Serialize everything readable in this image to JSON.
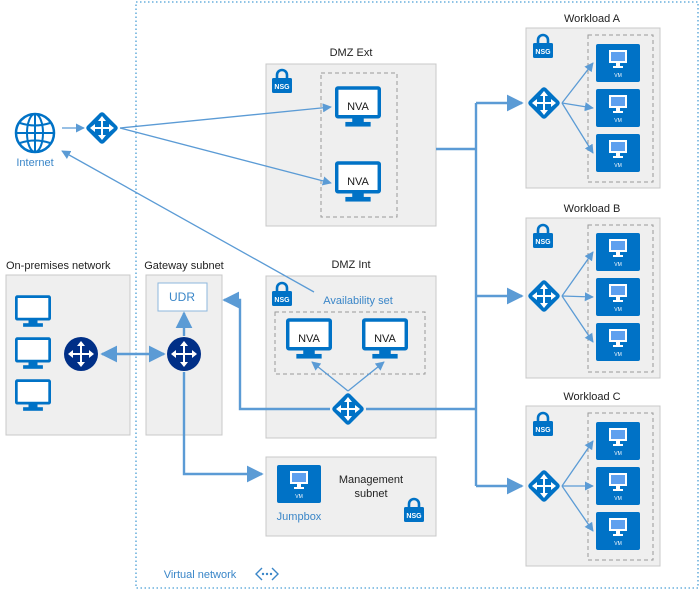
{
  "labels": {
    "internet": "Internet",
    "dmz_ext": "DMZ Ext",
    "dmz_int": "DMZ Int",
    "availability_set": "Availability set",
    "on_premises": "On-premises network",
    "gateway_subnet": "Gateway subnet",
    "udr": "UDR",
    "management_line1": "Management",
    "management_line2": "subnet",
    "jumpbox": "Jumpbox",
    "virtual_network": "Virtual network",
    "workload_a": "Workload A",
    "workload_b": "Workload B",
    "workload_c": "Workload C",
    "nva": "NVA",
    "vm": "VM",
    "nsg": "NSG"
  },
  "colors": {
    "arrow": "#5b9bd5",
    "subnet_fill": "#efefef",
    "subnet_stroke": "#c8c8c8",
    "icon_blue": "#0072c6",
    "router_navy": "#002f87",
    "text_blue": "#3a86c8",
    "vnet_border": "#4a9fd5"
  },
  "icons": [
    "globe-icon",
    "router-icon",
    "monitor-icon",
    "vm-icon",
    "lock-icon",
    "vnet-icon"
  ]
}
